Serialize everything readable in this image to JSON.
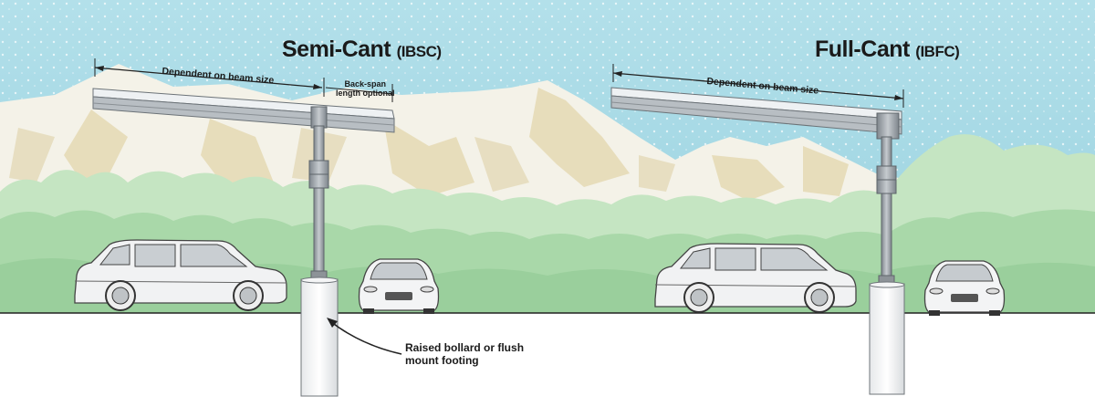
{
  "semi_cant": {
    "title": "Semi-Cant",
    "code": "(IBSC)",
    "dimension_label": "Dependent on beam size",
    "back_span_line1": "Back-span",
    "back_span_line2": "length optional"
  },
  "full_cant": {
    "title": "Full-Cant",
    "code": "(IBFC)",
    "dimension_label": "Dependent on beam size"
  },
  "footing_note": {
    "line1": "Raised bollard or flush",
    "line2": "mount footing"
  },
  "colors": {
    "sky": "#a9dbe6",
    "mountain": "#f3f1e6",
    "mountain_shade": "#e3d8b4",
    "foliage": "#b9dfb7",
    "foliage_dark": "#8fca92",
    "steel": "#9aa0a6",
    "panel": "#e7ebee"
  }
}
